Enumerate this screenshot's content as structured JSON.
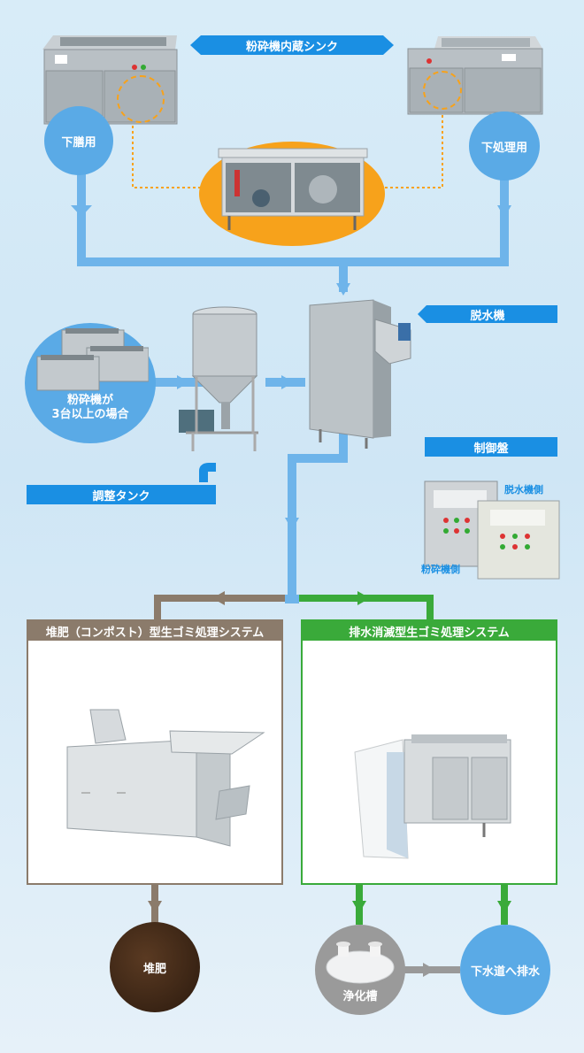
{
  "labels": {
    "sink_banner": "粉砕機内蔵シンク",
    "lower_prep": "下膳用",
    "pre_process": "下処理用",
    "dehydrator": "脱水機",
    "multi_crusher_line1": "粉砕機が",
    "multi_crusher_line2": "3台以上の場合",
    "control_panel": "制御盤",
    "adjust_tank": "調整タンク",
    "dehydrator_side": "脱水機側",
    "crusher_side": "粉砕機側",
    "compost_system": "堆肥（コンポスト）型生ゴミ処理システム",
    "drain_system": "排水消滅型生ゴミ処理システム",
    "compost": "堆肥",
    "septic_tank": "浄化槽",
    "sewer": "下水道へ排水"
  },
  "colors": {
    "flow_blue": "#5aaae6",
    "bar_blue": "#1a8fe3",
    "compost_brown": "#8b7b6b",
    "drain_green": "#3aaa3a",
    "highlight_orange": "#f7a21b"
  }
}
